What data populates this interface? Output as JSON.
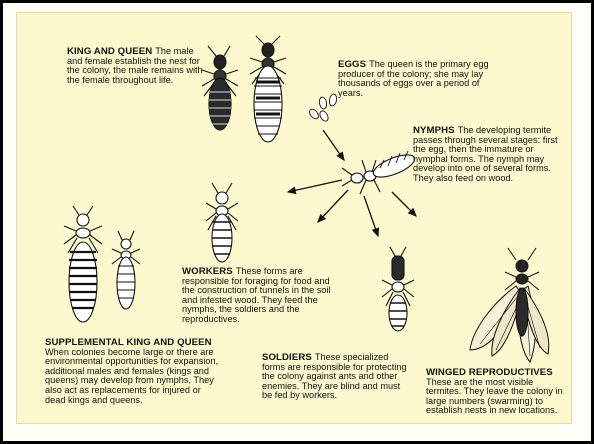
{
  "sections": {
    "king_queen": {
      "title": "KING AND QUEEN",
      "text": "The male and female establish the nest for the colony, the male remains with the female throughout life."
    },
    "eggs": {
      "title": "EGGS",
      "text": "The queen is the primary egg producer of the colony; she may lay thousands of eggs over a period of years."
    },
    "nymphs": {
      "title": "NYMPHS",
      "text": "The developing termite passes through several stages: first the egg, then the immature or nymphal forms. The nymph may develop into one of several forms. They also feed on wood."
    },
    "workers": {
      "title": "WORKERS",
      "text": "These forms are responsible for foraging for food and the construction of tunnels in the soil and infested wood. They feed the nymphs, the soldiers and the reproductives."
    },
    "supplemental": {
      "title": "SUPPLEMENTAL KING AND QUEEN",
      "text": "When colonies become large or there are environmental opportunities for expansion, additional males and females (kings and queens) may develop from nymphs, They also act as replacements for injured or dead kings and queens."
    },
    "soldiers": {
      "title": "SOLDIERS",
      "text": "These specialized forms are responsible for protecting the colony against ants and other enemies. They are blind and must be fed by workers."
    },
    "winged": {
      "title": "WINGED REPRODUCTIVES",
      "text": "These are the most visible termites. They leave the colony in large numbers (swarming) to establish nests in new locations."
    }
  }
}
